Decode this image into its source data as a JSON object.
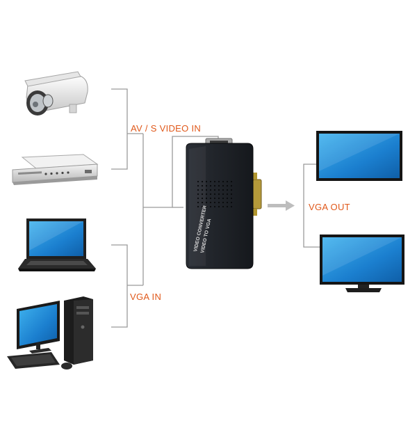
{
  "labels": {
    "av_in": "AV / S VIDEO IN",
    "vga_in": "VGA IN",
    "vga_out": "VGA OUT"
  },
  "device": {
    "line1": "VIDEO CONVERTER",
    "line2": "VIDEO TO VGA"
  },
  "colors": {
    "label": "#e0581a",
    "line": "#9a9a9a",
    "screen": "#1f8fd8",
    "device": "#1e2228"
  }
}
